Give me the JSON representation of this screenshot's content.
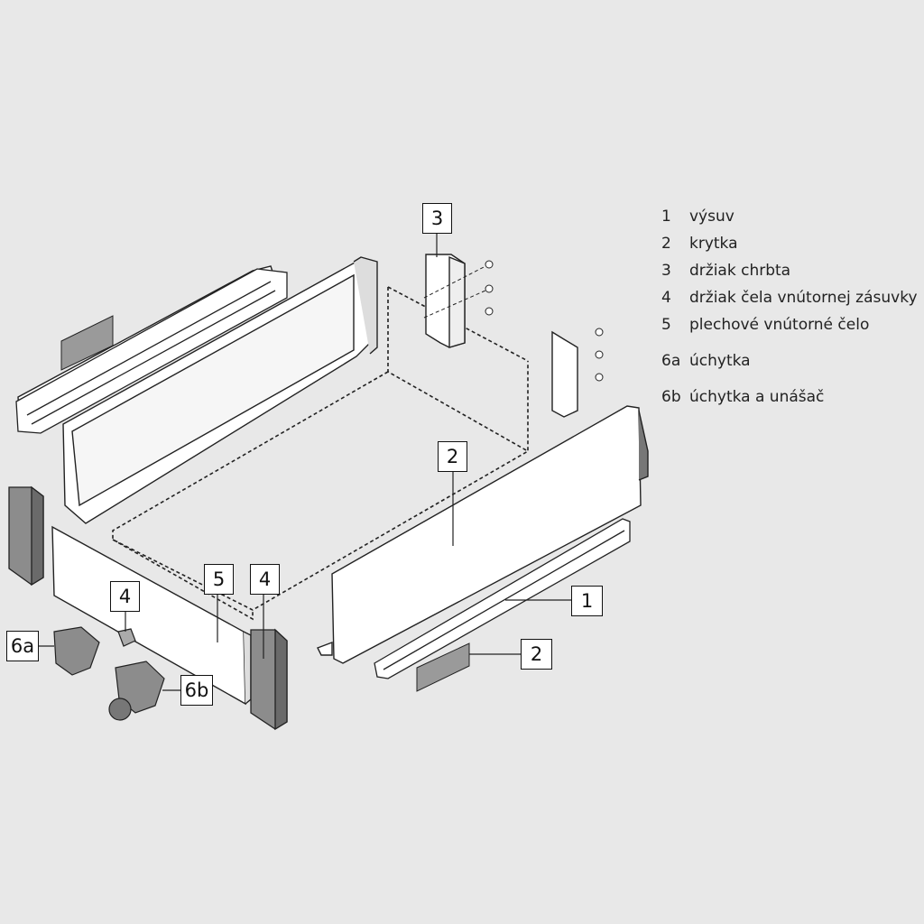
{
  "callouts": {
    "c3": "3",
    "c2_top": "2",
    "c1": "1",
    "c2_bottom": "2",
    "c5": "5",
    "c4_right": "4",
    "c4_left": "4",
    "c6a": "6a",
    "c6b": "6b"
  },
  "legend": [
    {
      "num": "1",
      "text": "výsuv"
    },
    {
      "num": "2",
      "text": "krytka"
    },
    {
      "num": "3",
      "text": "držiak chrbta"
    },
    {
      "num": "4",
      "text": "držiak čela vnútornej  zásuvky"
    },
    {
      "num": "5",
      "text": "plechové vnútorné čelo"
    },
    {
      "num": "6a",
      "text": "úchytka"
    },
    {
      "num": "6b",
      "text": "úchytka a unášač"
    }
  ],
  "colors": {
    "background": "#e8e8e8",
    "line": "#222222",
    "panel_fill": "#ffffff",
    "part_grey": "#8c8c8c",
    "part_dark": "#555555"
  }
}
